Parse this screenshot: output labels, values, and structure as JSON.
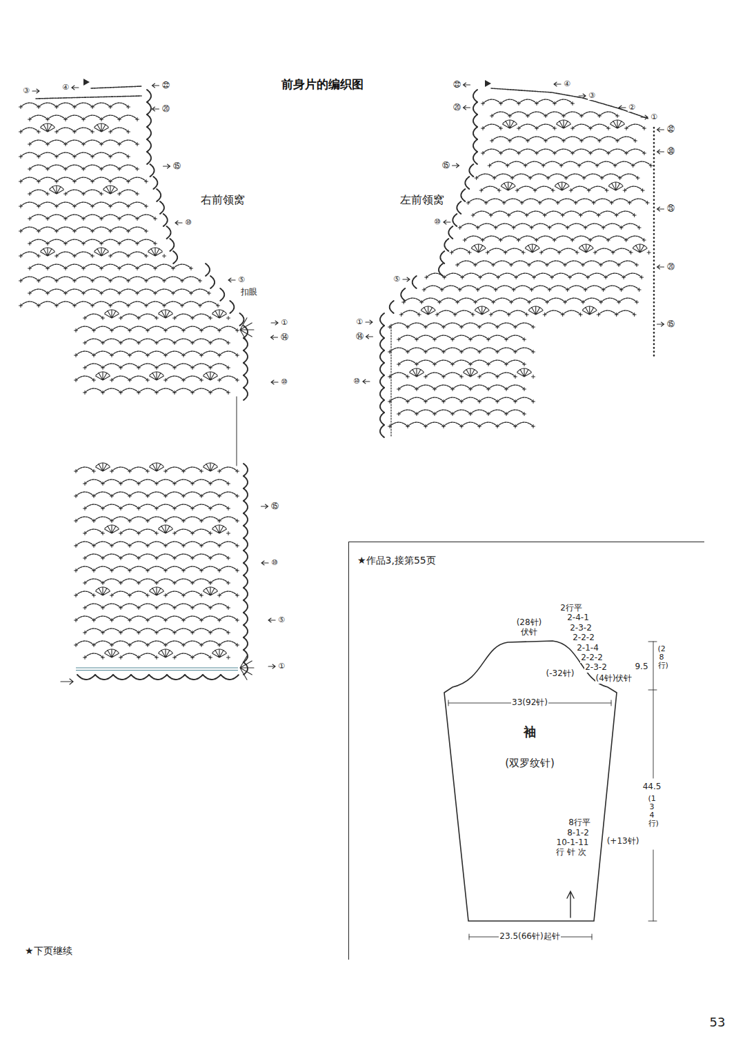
{
  "diagram": {
    "title": "前身片的编织图",
    "nodes": [
      {
        "text": [
          "★作品3,接第55页"
        ]
      },
      {
        "text": [
          "袖",
          "(双罗纹针)"
        ],
        "in": 0
      }
    ],
    "labels": [
      "④",
      "③",
      "㉒",
      "⑳",
      "⑮",
      "⑩",
      "⑤",
      "扣眼",
      "①",
      "⑭",
      "⑩",
      "⑮",
      "⑩",
      "⑤",
      "①",
      "右前领窝",
      "㉒",
      "④",
      "③",
      "⑳",
      "②",
      "①",
      "㉜",
      "㉚",
      "⑮",
      "⑩",
      "㉕",
      "⑳",
      "⑤",
      "①",
      "⑭",
      "⑮",
      "⑩",
      "左前领窝",
      "★下页继续",
      "53",
      "2行平",
      "2-4-1",
      "2-3-2",
      "2-2-2",
      "2-1-4",
      "2-2-2",
      "2-3-2",
      "(28针)",
      "伏针",
      "(-32针)",
      "(4针)伏针",
      "9.5",
      "(28行)",
      "33(92针)",
      "44.5",
      "(134行)",
      "8行平",
      "8-1-2",
      "10-1-11",
      "行 针 次",
      "(+13针)",
      "23.5(66针)起针"
    ]
  }
}
